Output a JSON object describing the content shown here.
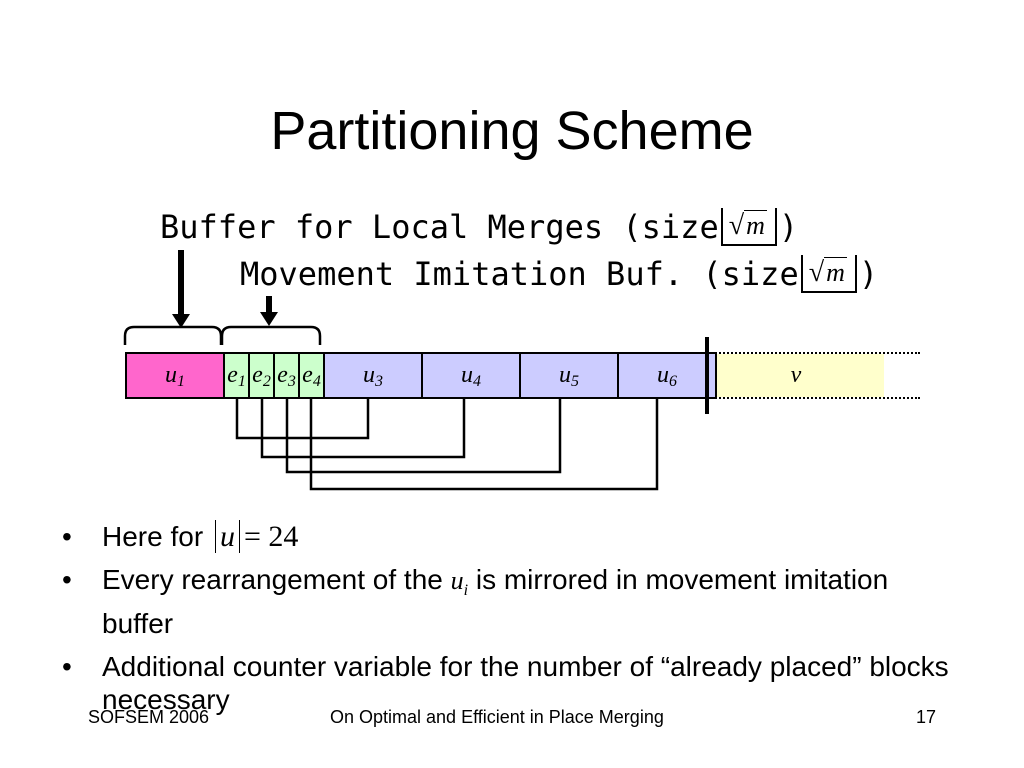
{
  "slide": {
    "title": "Partitioning Scheme",
    "buffer_label_1": {
      "prefix": "Buffer for Local Merges (size",
      "symbol": "m",
      "suffix": ")"
    },
    "buffer_label_2": {
      "prefix": "Movement Imitation Buf. (size",
      "symbol": "m",
      "suffix": ")"
    }
  },
  "diagram": {
    "blocks": [
      {
        "base": "u",
        "sub": "1",
        "fill": "#ff66cc",
        "units": 4
      },
      {
        "base": "e",
        "sub": "1",
        "fill": "#ccffcc",
        "units": 1
      },
      {
        "base": "e",
        "sub": "2",
        "fill": "#ccffcc",
        "units": 1
      },
      {
        "base": "e",
        "sub": "3",
        "fill": "#ccffcc",
        "units": 1
      },
      {
        "base": "e",
        "sub": "4",
        "fill": "#ccffcc",
        "units": 1
      },
      {
        "base": "u",
        "sub": "3",
        "fill": "#ccccff",
        "units": 4
      },
      {
        "base": "u",
        "sub": "4",
        "fill": "#ccccff",
        "units": 4
      },
      {
        "base": "u",
        "sub": "5",
        "fill": "#ccccff",
        "units": 4
      },
      {
        "base": "u",
        "sub": "6",
        "fill": "#ccccff",
        "units": 4
      }
    ],
    "v_label": "v",
    "v_fill": "#ffffcc"
  },
  "bullets": {
    "b1": {
      "text": "Here for",
      "expr_var": "u",
      "expr_rest": "= 24"
    },
    "b2": {
      "before": "Every rearrangement of the",
      "var": "u",
      "sub": "i",
      "after": "is mirrored in movement imitation buffer"
    },
    "b3": {
      "text": "Additional counter variable for the number of “already placed” blocks necessary"
    }
  },
  "footer": {
    "left": "SOFSEM 2006",
    "center": "On Optimal and Efficient in Place Merging",
    "page": "17"
  }
}
